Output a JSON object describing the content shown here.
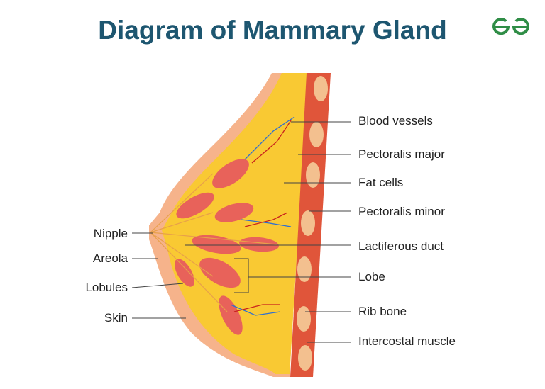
{
  "title": "Diagram of Mammary Gland",
  "logo_text": "GeeksforGeeks",
  "colors": {
    "title": "#1d5670",
    "logo": "#2f8d46",
    "skin": "#f6b38b",
    "fat": "#f9c933",
    "muscle": "#e0553a",
    "lobe": "#e8625a",
    "rib": "#f3c08f"
  },
  "labels_left": [
    "Nipple",
    "Areola",
    "Lobules",
    "Skin"
  ],
  "labels_right": [
    "Blood vessels",
    "Pectoralis major",
    "Fat cells",
    "Pectoralis minor",
    "Lactiferous duct",
    "Lobe",
    "Rib bone",
    "Intercostal muscle"
  ]
}
